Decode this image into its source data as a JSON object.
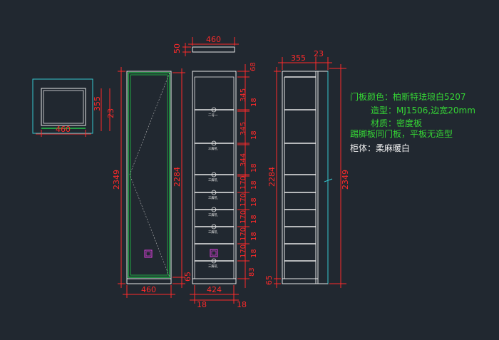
{
  "colors": {
    "background": "#212830",
    "dimension": "#ff2a2a",
    "outline": "#e8e8e8",
    "door": "#22c84a",
    "cyan": "#35c8d0",
    "handle": "#e040e0",
    "note_green": "#35d435",
    "note_white": "#f0f0f0"
  },
  "dimensions": {
    "top_view": {
      "width": "460",
      "depth": "355",
      "side": "23"
    },
    "top_strip": {
      "width": "460",
      "height": "50"
    },
    "front_door": {
      "height_total": "2349",
      "height_door": "2284",
      "kick": "65",
      "width": "460"
    },
    "interior": {
      "width": "424",
      "left_side": "18",
      "right_side": "18",
      "right_column": [
        "68",
        "345",
        "18",
        "345",
        "18",
        "344",
        "18",
        "170",
        "18",
        "170",
        "18",
        "170",
        "18",
        "170",
        "18",
        "170",
        "18",
        "83"
      ]
    },
    "side_view": {
      "depth": "355",
      "back": "23",
      "height_inner": "2284",
      "height_total": "2349",
      "kick": "65"
    }
  },
  "hole_labels": [
    "二号一",
    "三脚孔",
    "三脚孔",
    "三脚孔",
    "三脚孔",
    "三脚孔",
    "三脚孔"
  ],
  "notes": {
    "line1": "门板颜色：柏斯特珐琅白5207",
    "line2": "造型：MJ1506,边宽20mm",
    "line3": "材质：密度板",
    "line4": "踢脚板同门板，平板无造型",
    "line5": "柜体：柔麻暖白"
  }
}
